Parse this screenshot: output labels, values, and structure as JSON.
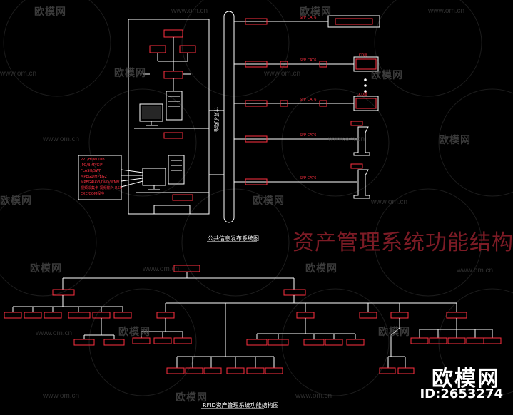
{
  "watermark": {
    "brand": "欧模网",
    "site": "www.om.cn"
  },
  "overlay_title": "资产管理系统功能结构图",
  "brand_mark": {
    "name": "欧模网",
    "id_text": "ID:2653274"
  },
  "captions": {
    "top_diagram": "公共信息发布系统图",
    "bottom_diagram": "RFID资产管理系统功能结构图",
    "network_bus": "计算机网络"
  },
  "left_list": [
    "PPT/HTML/DB",
    "JPG/BMP/GIF",
    "FLASH/SWF",
    "MPEG1/MPEG2",
    "MPEG4/AVI/DVD/WMV",
    "视频采集卡 视频输入 RSS",
    "EXE/COM程序"
  ],
  "link_label": "SFP CAT6",
  "lcd_label": "LCD屏",
  "colors": {
    "background": "#000000",
    "line": "#ffffff",
    "red_box": "#ff3040",
    "watermark": "#5a5a5a",
    "title": "#8a1f2a"
  }
}
